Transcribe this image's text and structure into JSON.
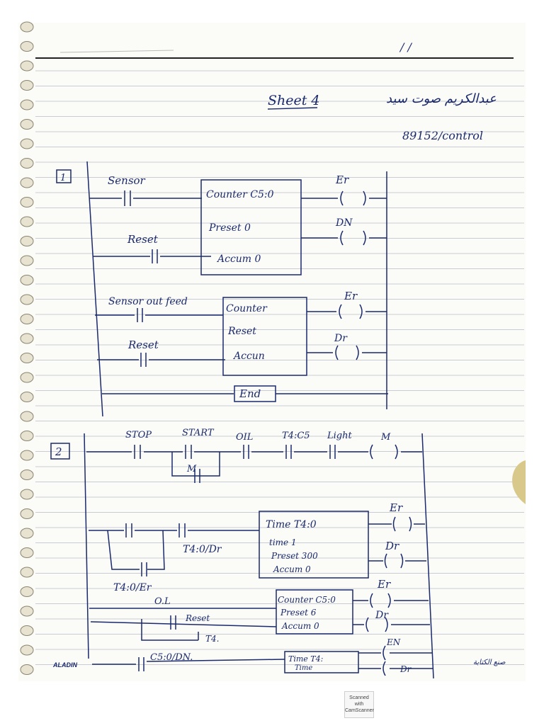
{
  "header": {
    "date_marks": "/ /",
    "title": "Sheet 4",
    "name_arabic": "عبدالكريم صوت سيد",
    "id": "89152/control"
  },
  "problem1": {
    "number": "1",
    "rung1": {
      "input1_label": "Sensor",
      "input2_label": "Reset",
      "box_line1": "Counter C5:0",
      "box_line2": "Preset 0",
      "box_line3": "Accum 0",
      "out1_label": "Er",
      "out2_label": "DN"
    },
    "rung2": {
      "input1_label": "Sensor out feed",
      "input2_label": "Reset",
      "box_line1": "Counter",
      "box_line2": "Reset",
      "box_line3": "Accun",
      "out1_label": "Er",
      "out2_label": "Dr"
    },
    "end_label": "End"
  },
  "problem2": {
    "number": "2",
    "rung1": {
      "labels": [
        "STOP",
        "START",
        "OIL",
        "T4:C5",
        "Light",
        "M"
      ],
      "seal_label": "M"
    },
    "rung2": {
      "contact_label": "T4:0/Dr",
      "box_line1": "Time T4:0",
      "box_line2": "time 1",
      "box_line3": "Preset 300",
      "box_line4": "Accum 0",
      "out1_label": "Er",
      "out2_label": "Dr"
    },
    "rung3": {
      "contact1_label": "T4:0/Er",
      "contact2_label": "O.L",
      "contact3_label": "Reset",
      "contact4_label": "T4.",
      "box_line1": "Counter C5:0",
      "box_line2": "Preset 6",
      "box_line3": "Accum 0",
      "out1_label": "Er",
      "out2_label": "Dr"
    },
    "rung4": {
      "contact_label": "C5:0/DN.",
      "box_line1": "Time T4:",
      "box_line2": "Time",
      "out1_label": "EN",
      "out2_label": "Dr"
    }
  },
  "footer": {
    "brand": "ALADIN",
    "arabic_mark": "صنع الكتابة",
    "watermark_line1": "Scanned with",
    "watermark_line2": "CamScanner"
  }
}
